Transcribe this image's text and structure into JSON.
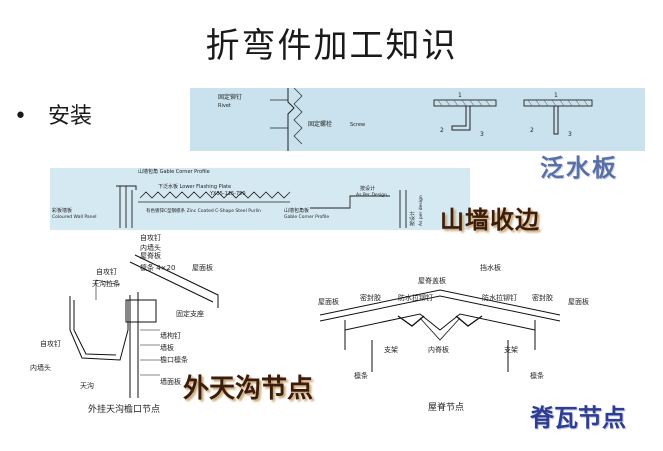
{
  "title": "折弯件加工知识",
  "bullet": {
    "marker": "•",
    "text": "安装"
  },
  "stamps": {
    "fanshui": "泛水板",
    "shanqiang": "山墙收边",
    "waitian": "外天沟节点",
    "jiwa": "脊瓦节点"
  },
  "top_panel": {
    "rivet": "固定铆钉",
    "rivet_en": "Rivet",
    "screw": "固定螺栓",
    "screw_en": "Screw",
    "callouts": [
      "1",
      "2",
      "3",
      "1",
      "2",
      "3"
    ]
  },
  "mid_panel": {
    "gable_profile": "山墙包角 Gable Corner Profile",
    "lower_flashing": "下泛水板 Lower Flashing Plate",
    "panel_code": "YX35-125-750",
    "design": "按设计",
    "design_en": "As Per Design",
    "wall_panel": "彩板墙板",
    "wall_panel_en": "Coloured Wall Panel",
    "purlin": "有色镀锌C型钢檩条 Zinc Coated C-Shape Steel Purlin",
    "gable_corner": "山墙包角板",
    "gable_corner_en": "Gable Corner Profile",
    "side_label": "按设计",
    "side_label_en": "As per design"
  },
  "gutter": {
    "labels": [
      "自攻钉",
      "天沟拉条",
      "自攻钉",
      "屋脊板",
      "内墙头",
      "檩条 4×20",
      "屋面板",
      "固定支座",
      "自攻钉",
      "内墙头",
      "墙枸钉",
      "墙板",
      "檐口檩条",
      "墙面板",
      "天沟"
    ],
    "caption": "外挂天沟檐口节点"
  },
  "ridge": {
    "labels": [
      "屋脊盖板",
      "挡水板",
      "密封胶",
      "防水拉铆钉",
      "防水拉铆钉",
      "密封胶",
      "屋面板",
      "屋面板",
      "支架",
      "内脊板",
      "支架",
      "檩条",
      "檩条"
    ],
    "caption": "屋脊节点"
  }
}
